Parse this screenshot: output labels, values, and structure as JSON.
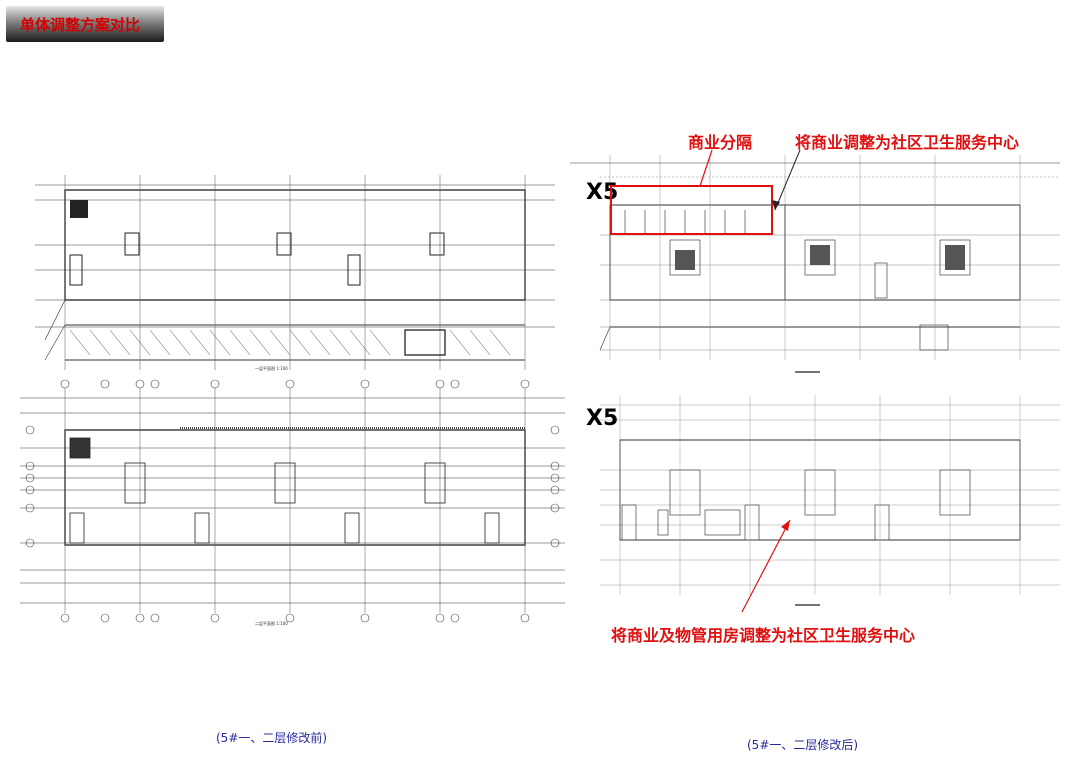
{
  "header": {
    "title": "单体调整方案对比"
  },
  "left": {
    "caption": "(5#一、二层修改前)",
    "plan_top_label": "一层平面图 1:100",
    "plan_bottom_label": "二层平面图 1:100"
  },
  "right": {
    "caption": "(5#一、二层修改后)",
    "marker_top": "X5",
    "marker_bottom": "X5"
  },
  "annotations": {
    "commercial_divide": "商业分隔",
    "adjust_top": "将商业调整为社区卫生服务中心",
    "adjust_bottom": "将商业及物管用房调整为社区卫生服务中心"
  },
  "colors": {
    "annotation": "#e01010",
    "caption": "#2a2aa0",
    "title": "#d40000"
  }
}
